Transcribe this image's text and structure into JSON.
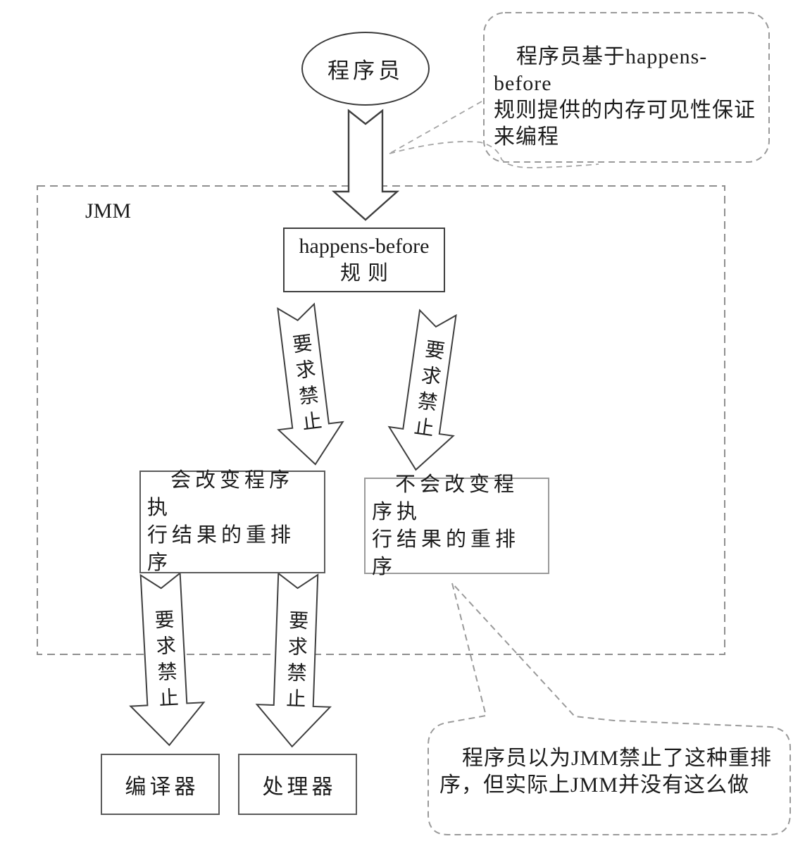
{
  "nodes": {
    "programmer": "程序员",
    "jmm_region": "JMM",
    "happens_before_rule": {
      "line1": "happens-before",
      "line2": "规则"
    },
    "result_changing_reorder": {
      "line1": "会改变程序执",
      "line2": "行结果的重排序"
    },
    "result_preserving_reorder": {
      "line1": "不会改变程序执",
      "line2": "行结果的重排序"
    },
    "compiler": "编译器",
    "processor": "处理器"
  },
  "arrow_labels": {
    "hb_to_changing": "要求禁止",
    "hb_to_preserving": "要求禁止",
    "changing_to_compiler": "要求禁止",
    "changing_to_processor": "要求禁止"
  },
  "callouts": {
    "top": {
      "line1": "程序员基于happens-before",
      "line2": "规则提供的内存可见性保证",
      "line3": "来编程"
    },
    "bottom": {
      "line1": "程序员以为JMM禁止了这种重排",
      "line2": "序，但实际上JMM并没有这么做"
    }
  },
  "colors": {
    "ink": "#1c1c1c",
    "shape_outline": "#3f3f3f",
    "dashed_border": "#8f8f8f",
    "light_box_border": "#9a9a9a",
    "background": "#ffffff"
  }
}
